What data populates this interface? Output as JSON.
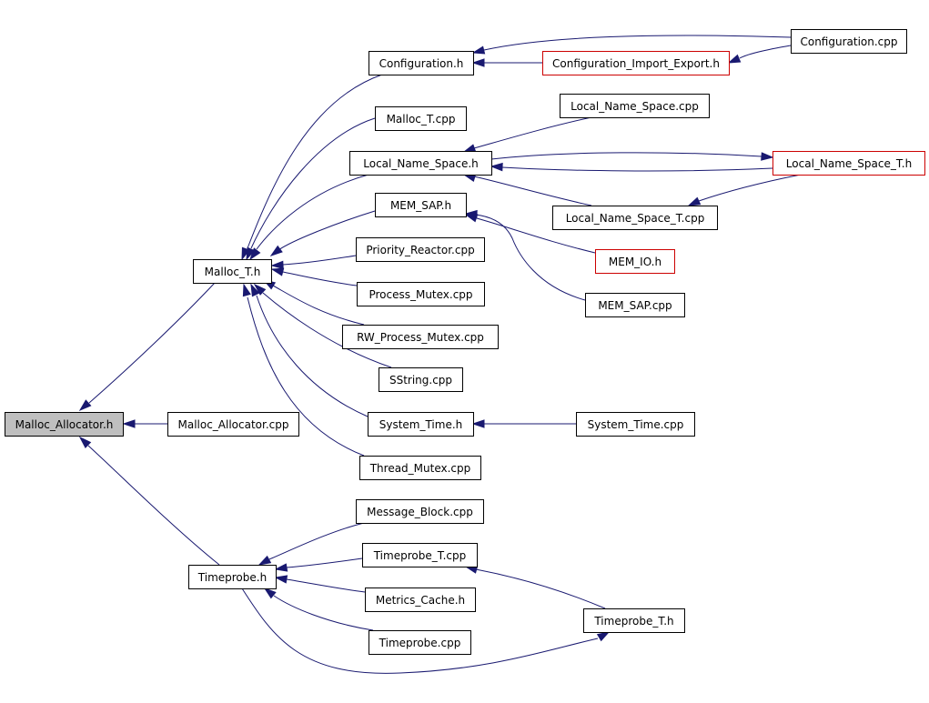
{
  "diagram": {
    "root": "Malloc_Allocator.h",
    "nodes": [
      {
        "id": "malloc_allocator_h",
        "label": "Malloc_Allocator.h",
        "style": "root"
      },
      {
        "id": "malloc_allocator_cpp",
        "label": "Malloc_Allocator.cpp",
        "style": "normal"
      },
      {
        "id": "malloc_t_h",
        "label": "Malloc_T.h",
        "style": "normal"
      },
      {
        "id": "timeprobe_h",
        "label": "Timeprobe.h",
        "style": "normal"
      },
      {
        "id": "configuration_h",
        "label": "Configuration.h",
        "style": "normal"
      },
      {
        "id": "malloc_t_cpp",
        "label": "Malloc_T.cpp",
        "style": "normal"
      },
      {
        "id": "local_name_space_h",
        "label": "Local_Name_Space.h",
        "style": "normal"
      },
      {
        "id": "mem_sap_h",
        "label": "MEM_SAP.h",
        "style": "normal"
      },
      {
        "id": "priority_reactor_cpp",
        "label": "Priority_Reactor.cpp",
        "style": "normal"
      },
      {
        "id": "process_mutex_cpp",
        "label": "Process_Mutex.cpp",
        "style": "normal"
      },
      {
        "id": "rw_process_mutex_cpp",
        "label": "RW_Process_Mutex.cpp",
        "style": "normal"
      },
      {
        "id": "sstring_cpp",
        "label": "SString.cpp",
        "style": "normal"
      },
      {
        "id": "system_time_h",
        "label": "System_Time.h",
        "style": "normal"
      },
      {
        "id": "thread_mutex_cpp",
        "label": "Thread_Mutex.cpp",
        "style": "normal"
      },
      {
        "id": "configuration_cpp",
        "label": "Configuration.cpp",
        "style": "normal"
      },
      {
        "id": "configuration_import_export_h",
        "label": "Configuration_Import_Export.h",
        "style": "red"
      },
      {
        "id": "local_name_space_cpp",
        "label": "Local_Name_Space.cpp",
        "style": "normal"
      },
      {
        "id": "local_name_space_t_h",
        "label": "Local_Name_Space_T.h",
        "style": "red"
      },
      {
        "id": "local_name_space_t_cpp",
        "label": "Local_Name_Space_T.cpp",
        "style": "normal"
      },
      {
        "id": "mem_io_h",
        "label": "MEM_IO.h",
        "style": "red"
      },
      {
        "id": "mem_sap_cpp",
        "label": "MEM_SAP.cpp",
        "style": "normal"
      },
      {
        "id": "system_time_cpp",
        "label": "System_Time.cpp",
        "style": "normal"
      },
      {
        "id": "message_block_cpp",
        "label": "Message_Block.cpp",
        "style": "normal"
      },
      {
        "id": "timeprobe_t_cpp",
        "label": "Timeprobe_T.cpp",
        "style": "normal"
      },
      {
        "id": "metrics_cache_h",
        "label": "Metrics_Cache.h",
        "style": "normal"
      },
      {
        "id": "timeprobe_cpp",
        "label": "Timeprobe.cpp",
        "style": "normal"
      },
      {
        "id": "timeprobe_t_h",
        "label": "Timeprobe_T.h",
        "style": "normal"
      }
    ],
    "edges": [
      {
        "from": "malloc_allocator_cpp",
        "to": "malloc_allocator_h"
      },
      {
        "from": "malloc_t_h",
        "to": "malloc_allocator_h"
      },
      {
        "from": "timeprobe_h",
        "to": "malloc_allocator_h"
      },
      {
        "from": "configuration_h",
        "to": "malloc_t_h"
      },
      {
        "from": "malloc_t_cpp",
        "to": "malloc_t_h"
      },
      {
        "from": "local_name_space_h",
        "to": "malloc_t_h"
      },
      {
        "from": "mem_sap_h",
        "to": "malloc_t_h"
      },
      {
        "from": "priority_reactor_cpp",
        "to": "malloc_t_h"
      },
      {
        "from": "process_mutex_cpp",
        "to": "malloc_t_h"
      },
      {
        "from": "rw_process_mutex_cpp",
        "to": "malloc_t_h"
      },
      {
        "from": "sstring_cpp",
        "to": "malloc_t_h"
      },
      {
        "from": "system_time_h",
        "to": "malloc_t_h"
      },
      {
        "from": "thread_mutex_cpp",
        "to": "malloc_t_h"
      },
      {
        "from": "configuration_cpp",
        "to": "configuration_h"
      },
      {
        "from": "configuration_import_export_h",
        "to": "configuration_h"
      },
      {
        "from": "configuration_cpp",
        "to": "configuration_import_export_h"
      },
      {
        "from": "local_name_space_cpp",
        "to": "local_name_space_h"
      },
      {
        "from": "local_name_space_t_h",
        "to": "local_name_space_h"
      },
      {
        "from": "local_name_space_h",
        "to": "local_name_space_t_h"
      },
      {
        "from": "local_name_space_t_cpp",
        "to": "local_name_space_h"
      },
      {
        "from": "local_name_space_t_h",
        "to": "local_name_space_t_cpp"
      },
      {
        "from": "mem_io_h",
        "to": "mem_sap_h"
      },
      {
        "from": "mem_sap_cpp",
        "to": "mem_sap_h"
      },
      {
        "from": "system_time_cpp",
        "to": "system_time_h"
      },
      {
        "from": "message_block_cpp",
        "to": "timeprobe_h"
      },
      {
        "from": "timeprobe_t_cpp",
        "to": "timeprobe_h"
      },
      {
        "from": "metrics_cache_h",
        "to": "timeprobe_h"
      },
      {
        "from": "timeprobe_cpp",
        "to": "timeprobe_h"
      },
      {
        "from": "timeprobe_t_h",
        "to": "timeprobe_t_cpp"
      },
      {
        "from": "timeprobe_h",
        "to": "timeprobe_t_h"
      }
    ]
  },
  "colors": {
    "edge": "#191970",
    "node_border": "#000000",
    "node_border_highlight": "#cc0000",
    "root_fill": "#bfbfbf",
    "node_fill": "#ffffff"
  }
}
